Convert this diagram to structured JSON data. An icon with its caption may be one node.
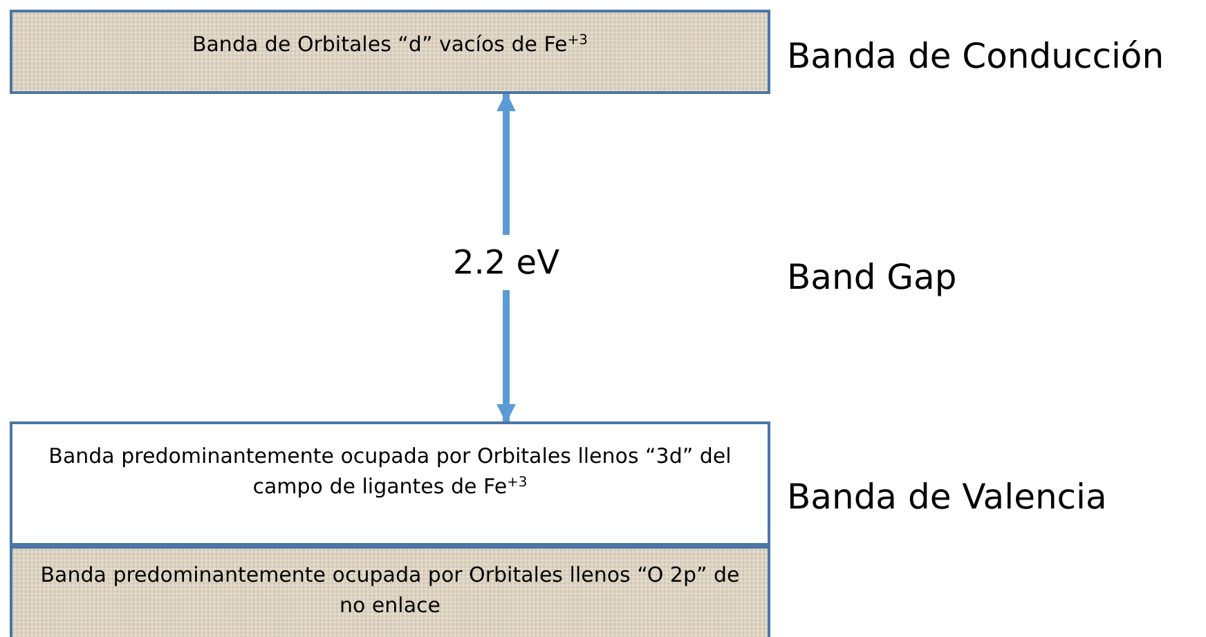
{
  "diagram": {
    "nodes": [
      {
        "text": [
          "Banda de Orbitales “d” vacíos de Fe$^{+3}$"
        ]
      },
      {
        "text": [
          "Banda predominantemente ocupada por Orbitales llenos “3d” del campo de ligantes de Fe$^{+3}$"
        ]
      },
      {
        "text": [
          "Banda predominantemente ocupada por Orbitales llenos “O 2p” de no enlace"
        ]
      }
    ],
    "edges": [
      {
        "from": 0,
        "to": 1,
        "arrow": "both",
        "label": "2.2 eV"
      }
    ],
    "labels": [
      "Banda de Conducción",
      "Band Gap",
      "Banda de Valencia"
    ]
  }
}
